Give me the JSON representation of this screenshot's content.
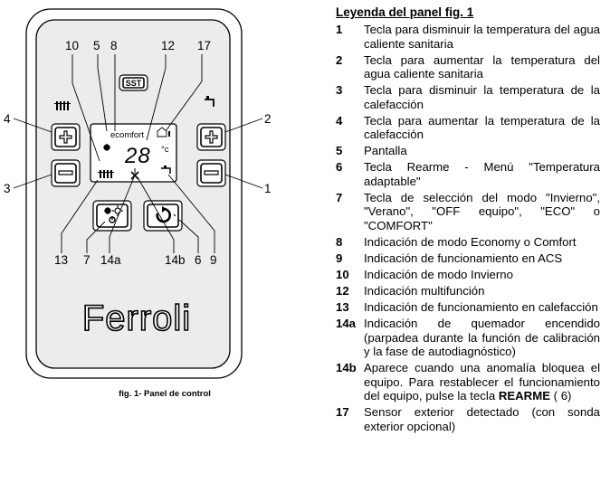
{
  "caption": "fig. 1- Panel de control",
  "legend_title": "Leyenda del panel fig. 1",
  "display": {
    "mode_text": "ecomfort",
    "digits": "28",
    "unit": "°c"
  },
  "logo": "Ferroli",
  "callouts": {
    "n10": "10",
    "n5": "5",
    "n8": "8",
    "n12": "12",
    "n17": "17",
    "n4": "4",
    "n3": "3",
    "n2": "2",
    "n1": "1",
    "n13": "13",
    "n7": "7",
    "n14a": "14a",
    "n14b": "14b",
    "n6": "6",
    "n9": "9"
  },
  "legend": [
    {
      "num": "1",
      "text": "Tecla para disminuir la temperatura del agua caliente sanitaria"
    },
    {
      "num": "2",
      "text": "Tecla para aumentar la temperatura del agua caliente sanitaria"
    },
    {
      "num": "3",
      "text": "Tecla para disminuir la temperatura de la calefacción"
    },
    {
      "num": "4",
      "text": "Tecla para aumentar la temperatura de la calefacción"
    },
    {
      "num": "5",
      "text": "Pantalla"
    },
    {
      "num": "6",
      "text": "Tecla Rearme - Menú \"Temperatura adaptable\""
    },
    {
      "num": "7",
      "text": "Tecla de selección del modo \"Invierno\", \"Verano\", \"OFF equipo\", \"ECO\" o \"COMFORT\""
    },
    {
      "num": "8",
      "text": "Indicación de modo Economy o Comfort"
    },
    {
      "num": "9",
      "text": "Indicación de funcionamiento en ACS"
    },
    {
      "num": "10",
      "text": "Indicación de modo Invierno"
    },
    {
      "num": "12",
      "text": "Indicación multifunción"
    },
    {
      "num": "13",
      "text": "Indicación de funcionamiento en calefacción"
    },
    {
      "num": "14a",
      "text": "Indicación de quemador encendido (parpadea durante la función de calibración y la fase de autodiagnóstico)"
    },
    {
      "num": "14b",
      "text": "Aparece cuando una anomalía bloquea el equipo. Para restablecer el funcionamiento del equipo, pulse la tecla",
      "bold": "REARME",
      "suffix": " ( 6)"
    },
    {
      "num": "17",
      "text": "Sensor exterior detectado (con sonda exterior opcional)"
    }
  ]
}
